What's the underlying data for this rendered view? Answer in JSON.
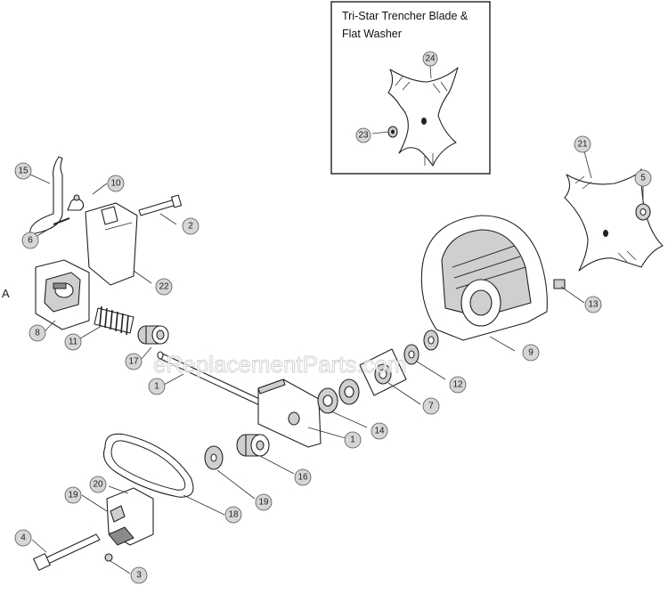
{
  "inset": {
    "title_line1": "Tri-Star Trencher Blade &",
    "title_line2": "Flat Washer"
  },
  "side_label": "A",
  "watermark": "eReplacementParts.com",
  "callouts": {
    "c1a": "1",
    "c1b": "1",
    "c2": "2",
    "c3": "3",
    "c4": "4",
    "c5": "5",
    "c6": "6",
    "c7": "7",
    "c8": "8",
    "c9": "9",
    "c10": "10",
    "c11": "11",
    "c12": "12",
    "c13": "13",
    "c14": "14",
    "c15": "15",
    "c16": "16",
    "c17": "17",
    "c18": "18",
    "c19a": "19",
    "c19b": "19",
    "c20": "20",
    "c21": "21",
    "c22": "22",
    "c23": "23",
    "c24": "24"
  }
}
